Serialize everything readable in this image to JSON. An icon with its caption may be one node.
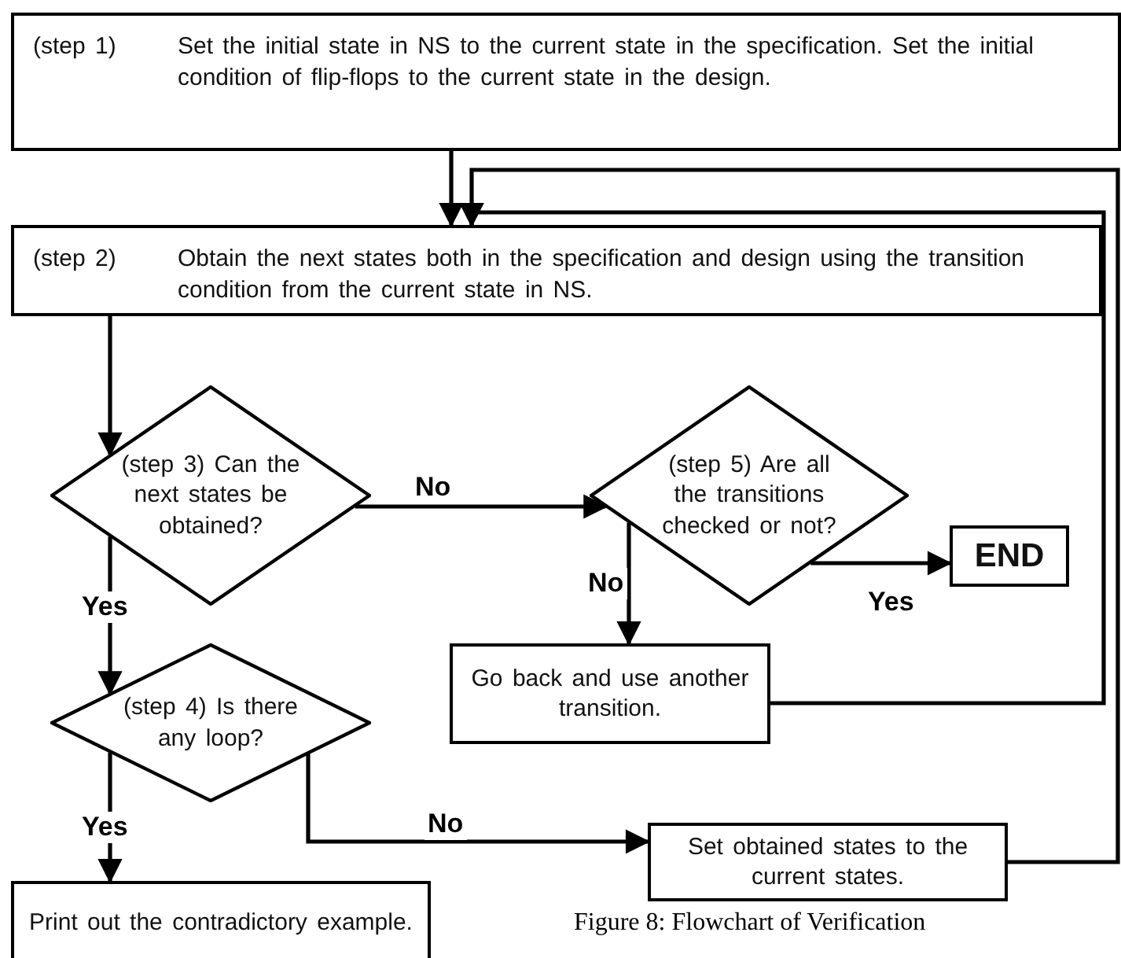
{
  "diagram": {
    "caption": "Figure 8: Flowchart of Verification",
    "nodes": [
      {
        "text": [
          "(step 1)",
          "Set the initial state in NS to the current state in the specification. Set the initial condition of flip-flops to the current state in the design."
        ]
      },
      {
        "text": [
          "(step 2)",
          "Obtain the next states both in the specification and design using the transition condition from the current state in NS."
        ]
      },
      {
        "text": [
          "(step 3) Can the next states be obtained?"
        ]
      },
      {
        "text": [
          "(step 5) Are all the transitions checked or not?"
        ]
      },
      {
        "text": [
          "END"
        ]
      },
      {
        "text": [
          "Go back and use another transition."
        ]
      },
      {
        "text": [
          "(step 4) Is there any loop?"
        ]
      },
      {
        "text": [
          "Set obtained states to the current states."
        ]
      },
      {
        "text": [
          "Print out the contradictory example."
        ]
      }
    ],
    "edges": [
      {
        "from": 0,
        "to": 1,
        "arrow": "to"
      },
      {
        "from": 1,
        "to": 2,
        "arrow": "to"
      },
      {
        "from": 2,
        "to": 3,
        "arrow": "to",
        "label": "No"
      },
      {
        "from": 3,
        "to": 5,
        "arrow": "to",
        "label": "No"
      },
      {
        "from": 3,
        "to": 4,
        "arrow": "to",
        "label": "Yes"
      },
      {
        "from": 2,
        "to": 6,
        "arrow": "to",
        "label": "Yes"
      },
      {
        "from": 6,
        "to": 8,
        "arrow": "to",
        "label": "Yes"
      },
      {
        "from": 6,
        "to": 7,
        "arrow": "to",
        "label": "No"
      },
      {
        "from": 5,
        "to": 1,
        "arrow": "to"
      },
      {
        "from": 7,
        "to": 1,
        "arrow": "to"
      }
    ]
  }
}
